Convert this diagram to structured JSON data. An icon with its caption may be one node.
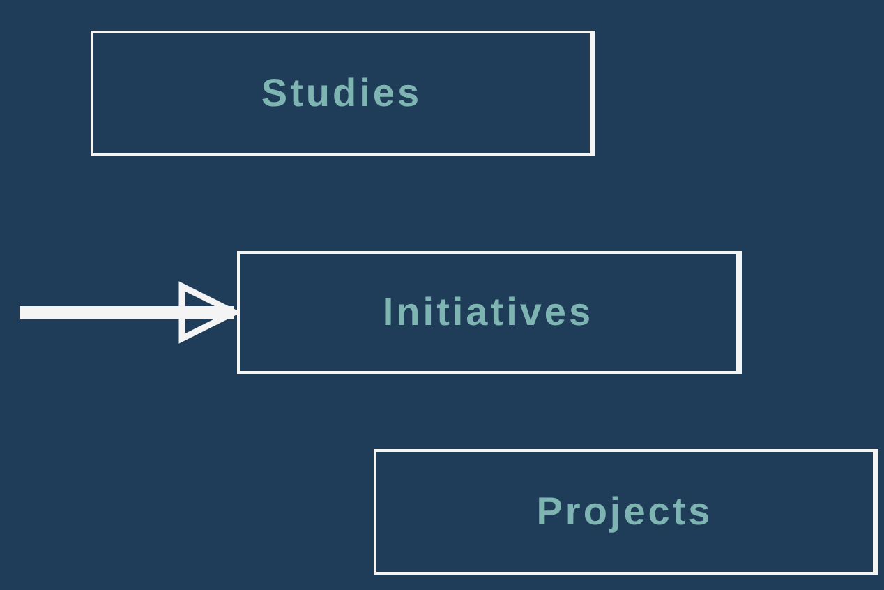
{
  "diagram": {
    "nodes": [
      {
        "text": [
          "Studies"
        ]
      },
      {
        "text": [
          "Initiatives"
        ]
      },
      {
        "text": [
          "Projects"
        ]
      }
    ],
    "edges": [
      {
        "from": null,
        "to": 1,
        "arrow": "to"
      }
    ]
  }
}
